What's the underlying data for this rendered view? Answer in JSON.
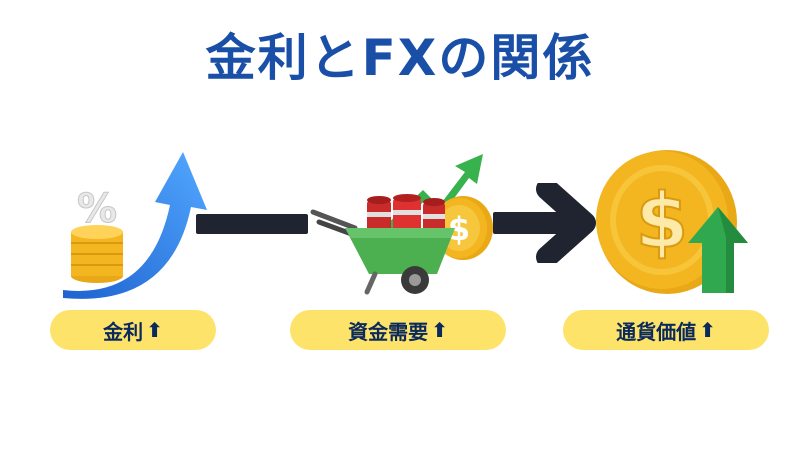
{
  "title": "金利とFXの関係",
  "steps": [
    {
      "label": "金利",
      "arrow": "⬆"
    },
    {
      "label": "資金需要",
      "arrow": "⬆"
    },
    {
      "label": "通貨価値",
      "arrow": "⬆"
    }
  ],
  "icons": {
    "step1": "rising-interest-coins-icon",
    "step2": "wheelbarrow-money-icon",
    "step3": "dollar-coin-up-icon"
  },
  "colors": {
    "title": "#1a4fa8",
    "pill": "#fde36a",
    "connector": "#1f2430",
    "up_arrow": "#22a64a",
    "coin": "#f3b621"
  }
}
